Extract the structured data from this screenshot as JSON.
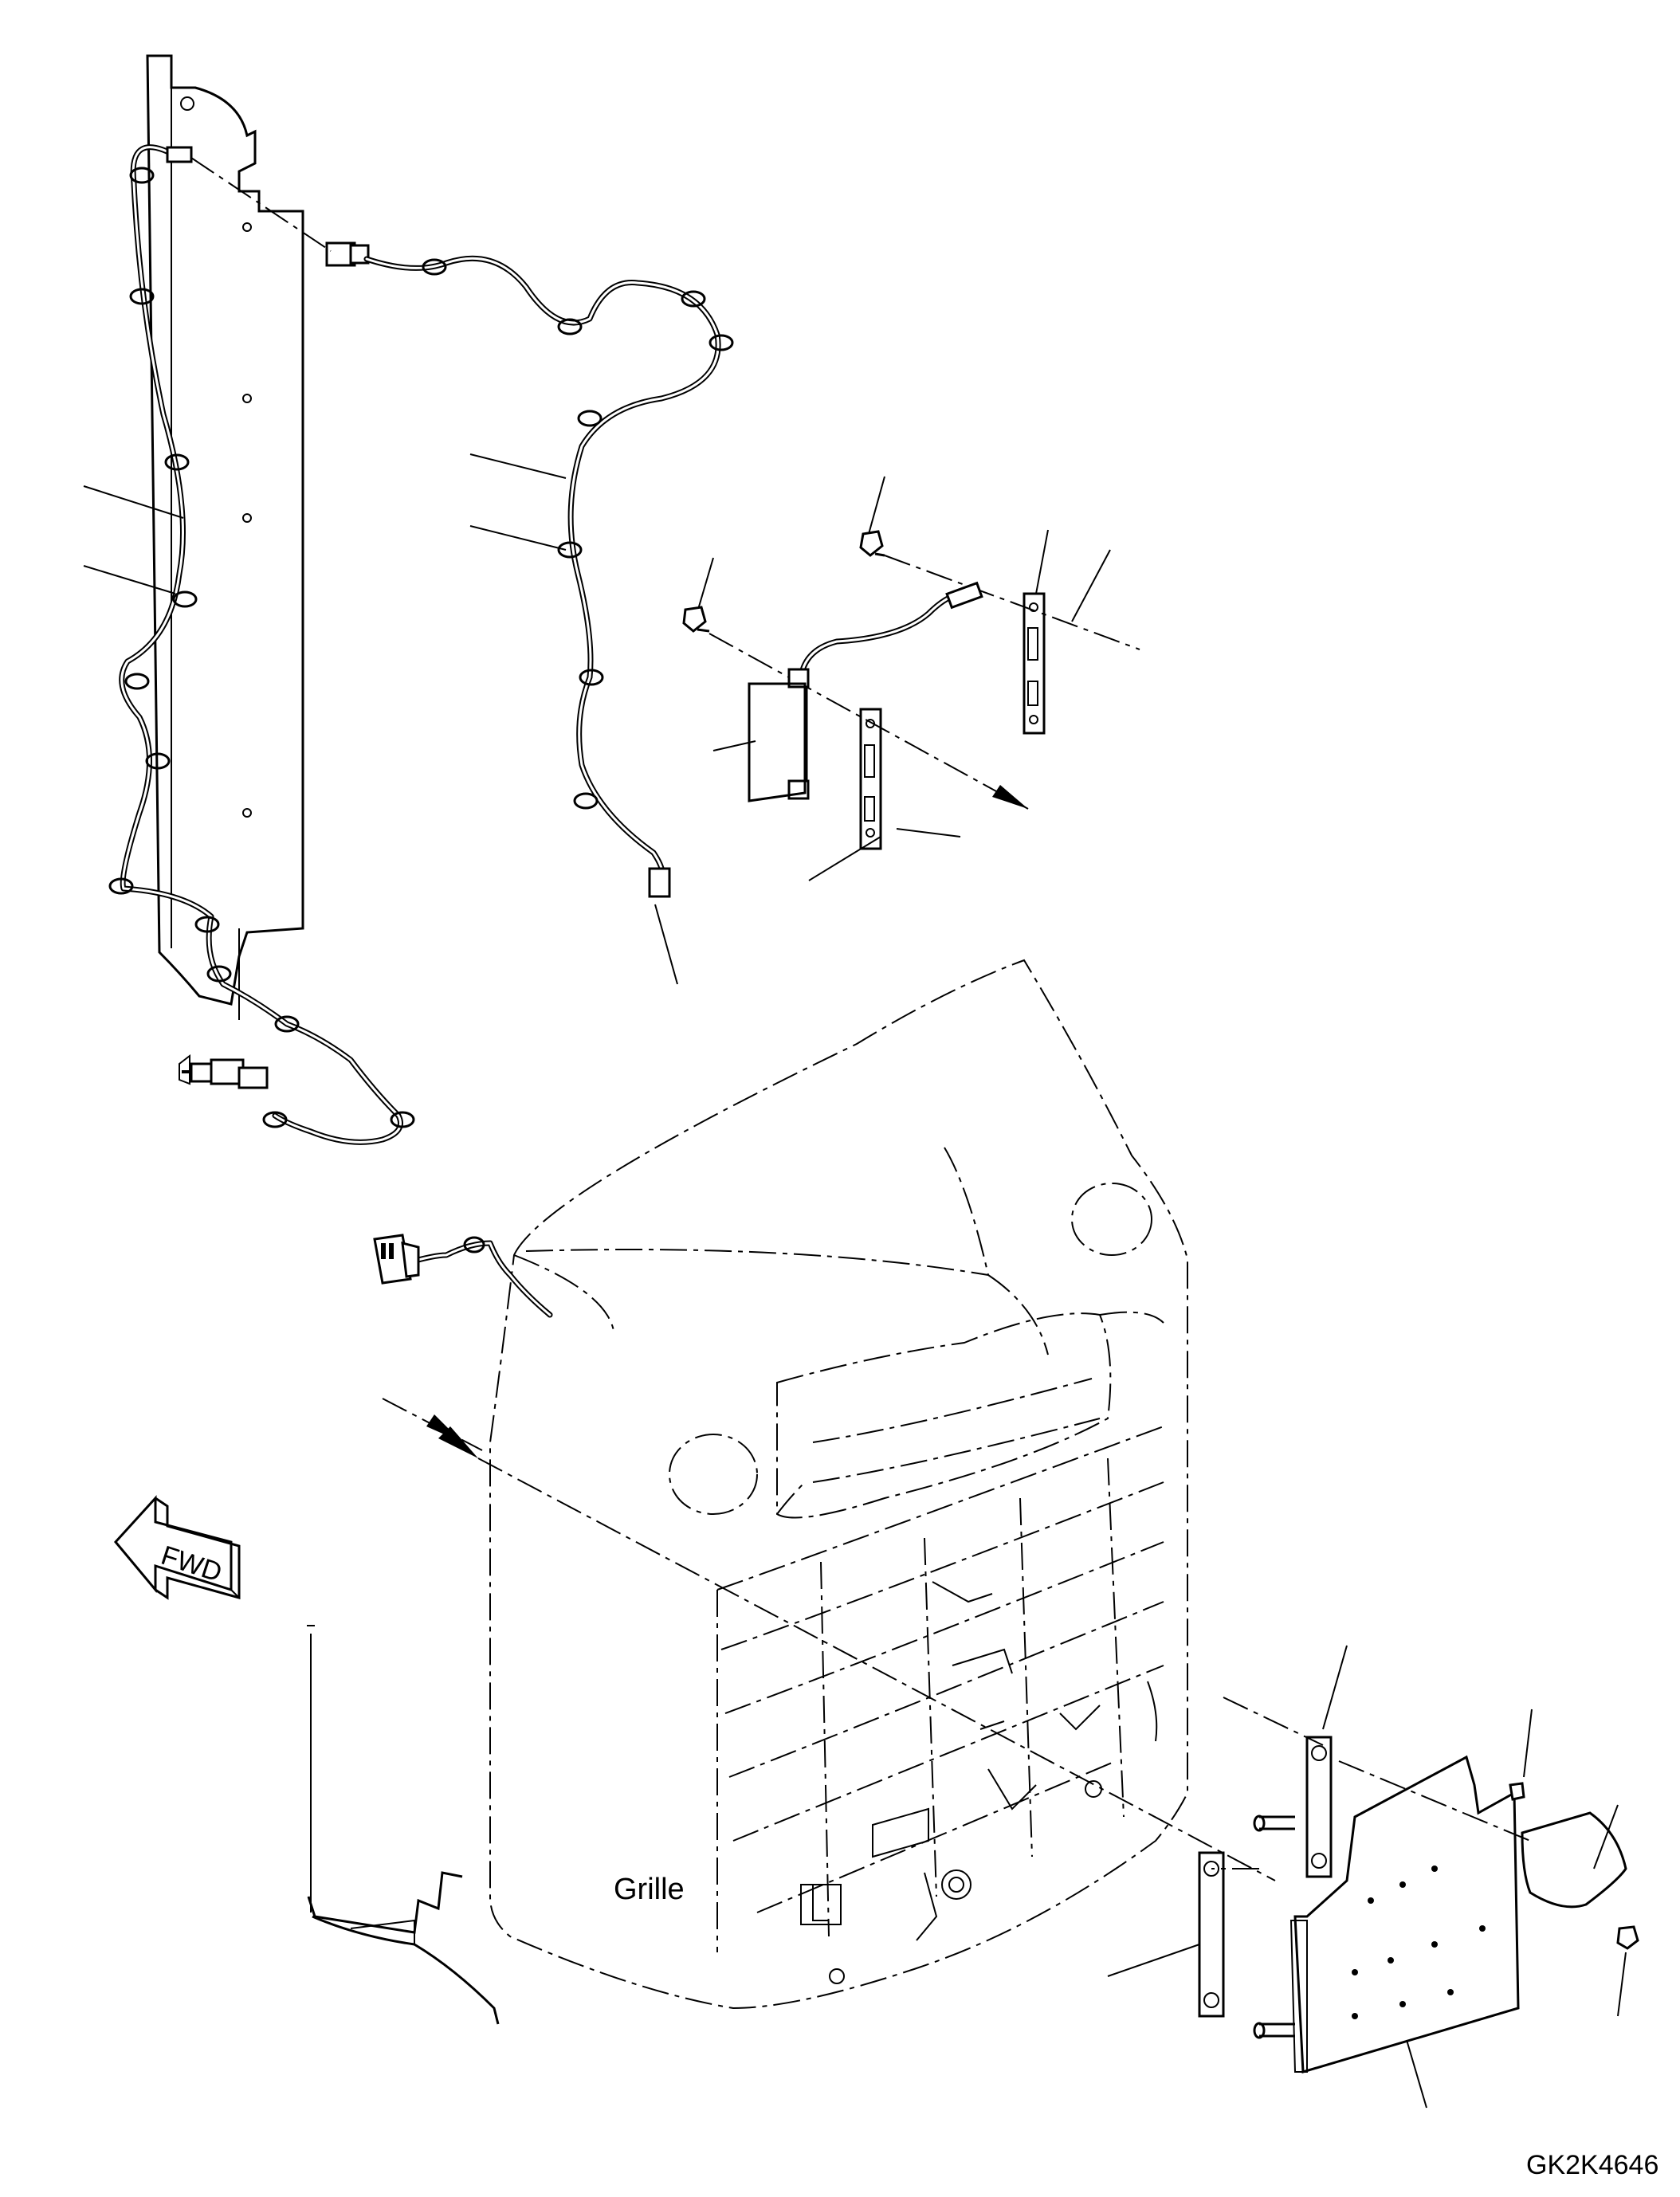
{
  "labels": {
    "grille": "Grille",
    "fwd": "FWD",
    "drawing_code": "GK2K4646"
  }
}
